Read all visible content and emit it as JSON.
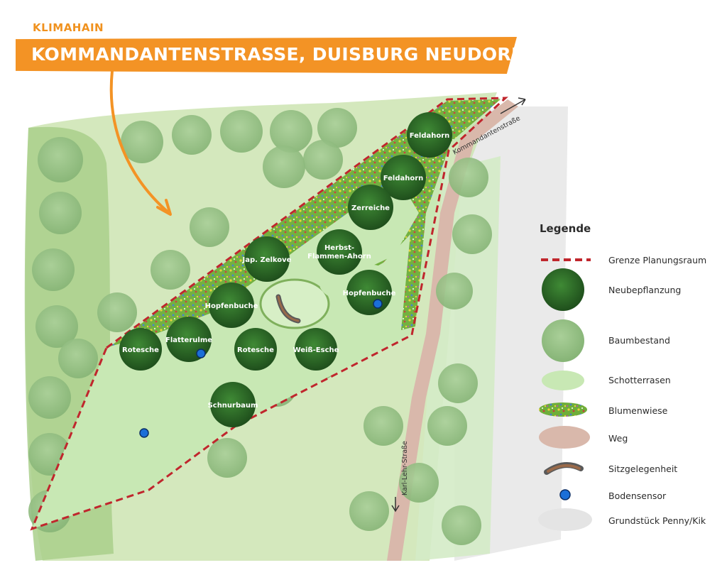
{
  "header": {
    "kicker": "KLIMAHAIN",
    "title": "KOMMANDANTENSTRASSE, DUISBURG NEUDORF"
  },
  "colors": {
    "accent_orange": "#f39325",
    "existing_tree": "#9cc48c",
    "new_tree": "#2f6b2a",
    "gravel_lawn": "#c8e8b4",
    "flower_meadow": "#6fae3a",
    "path": "#d9b8ab",
    "boundary": "#c0262d",
    "sensor": "#1b6fd8",
    "penny_kik": "#e4e4e4"
  },
  "streets": {
    "kommandanten": "Kommandantenstraße",
    "karl_lehr": "Karl-Lehr-Straße"
  },
  "new_trees": [
    {
      "label": "Feldahorn"
    },
    {
      "label": "Feldahorn"
    },
    {
      "label": "Zerreiche"
    },
    {
      "label": "Jap. Zelkove"
    },
    {
      "label": "Herbst-",
      "label2": "Flammen-Ahorn"
    },
    {
      "label": "Hopfenbuche"
    },
    {
      "label": "Hopfenbuche"
    },
    {
      "label": "Flatterulme"
    },
    {
      "label": "Rotesche"
    },
    {
      "label": "Rotesche"
    },
    {
      "label": "Weiß-Esche"
    },
    {
      "label": "Schnurbaum"
    }
  ],
  "legend": {
    "title": "Legende",
    "items": [
      {
        "key": "boundary",
        "label": "Grenze Planungsraum"
      },
      {
        "key": "new_tree",
        "label": "Neubepflanzung"
      },
      {
        "key": "existing_tree",
        "label": "Baumbestand"
      },
      {
        "key": "gravel_lawn",
        "label": "Schotterrasen"
      },
      {
        "key": "flower_meadow",
        "label": "Blumenwiese"
      },
      {
        "key": "path",
        "label": "Weg"
      },
      {
        "key": "seating",
        "label": "Sitzgelegenheit"
      },
      {
        "key": "sensor",
        "label": "Bodensensor"
      },
      {
        "key": "penny_kik",
        "label": "Grundstück Penny/Kik"
      }
    ]
  }
}
